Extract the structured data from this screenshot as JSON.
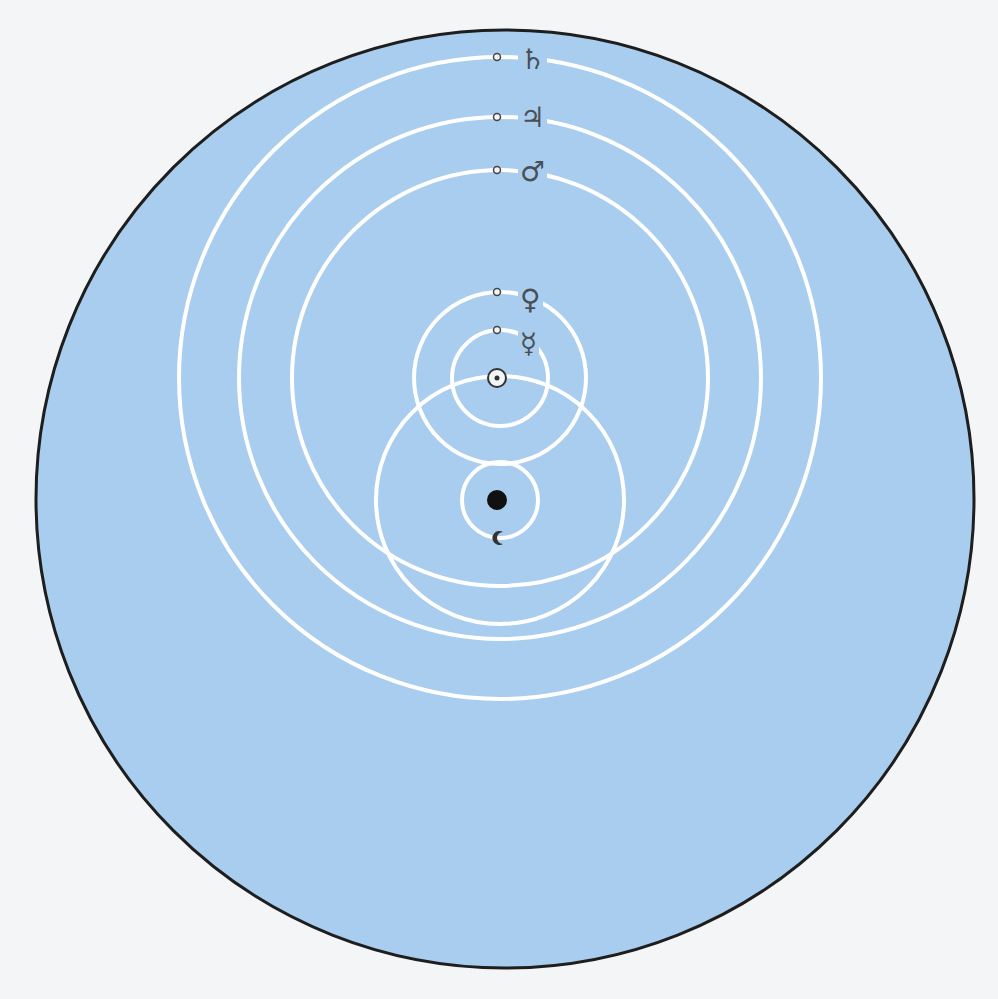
{
  "diagram": {
    "labels": [
      "♄",
      "♃",
      "♂",
      "♀",
      "☿"
    ]
  }
}
